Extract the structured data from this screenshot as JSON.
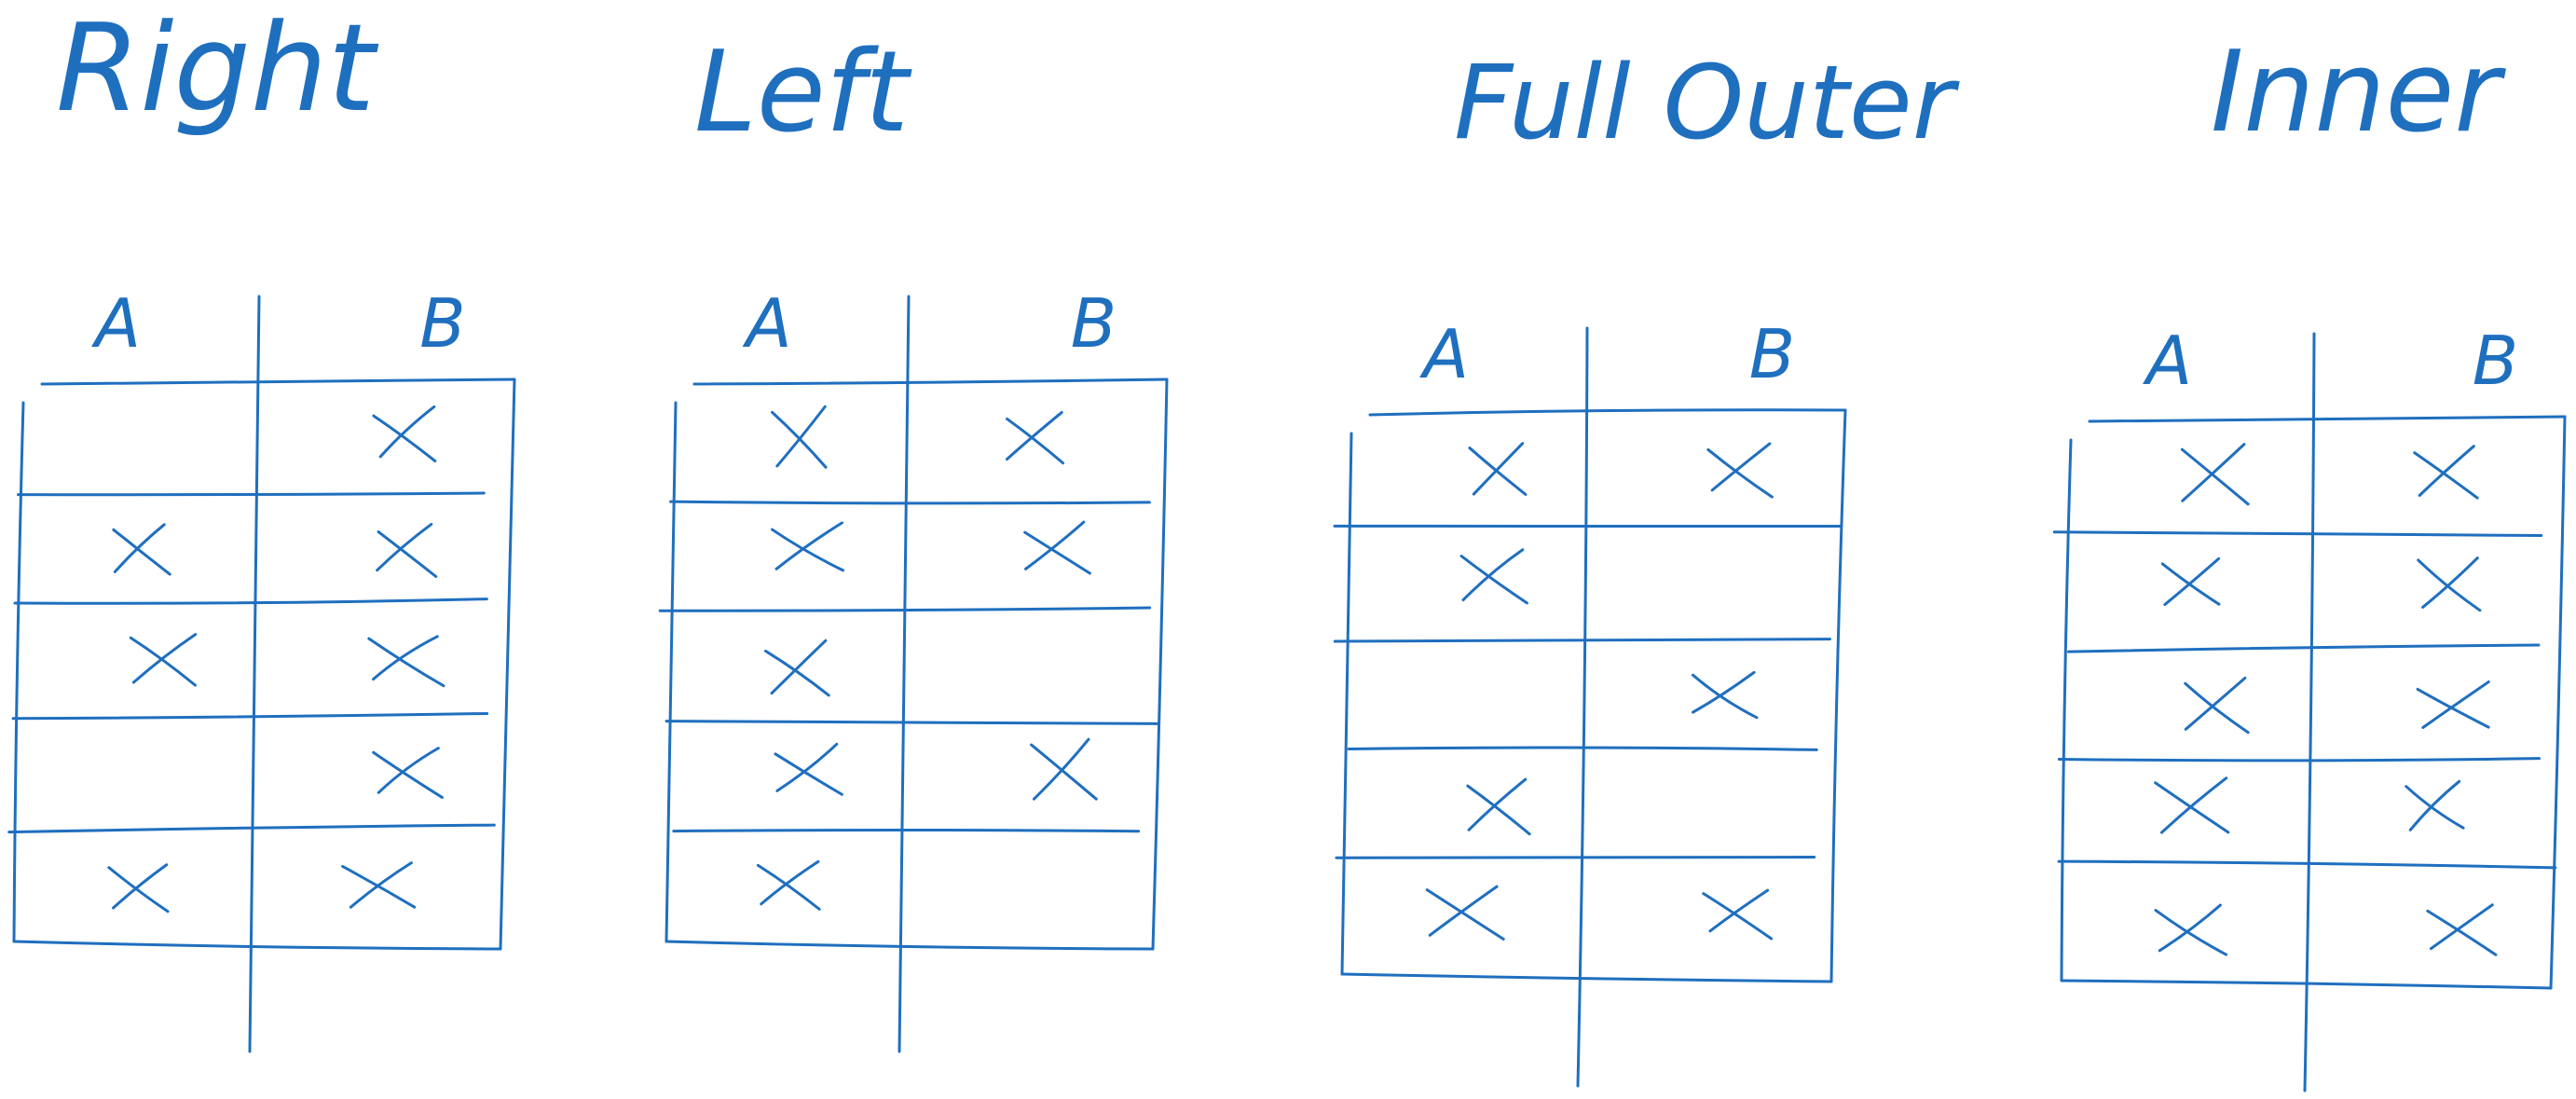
{
  "ink_color": "#1f6fbf",
  "diagrams": [
    {
      "title": "Right",
      "columns": [
        "A",
        "B"
      ],
      "rows": [
        [
          false,
          true
        ],
        [
          true,
          true
        ],
        [
          true,
          true
        ],
        [
          false,
          true
        ],
        [
          true,
          true
        ]
      ]
    },
    {
      "title": "Left",
      "columns": [
        "A",
        "B"
      ],
      "rows": [
        [
          true,
          true
        ],
        [
          true,
          true
        ],
        [
          true,
          false
        ],
        [
          true,
          true
        ],
        [
          true,
          false
        ]
      ]
    },
    {
      "title": "Full Outer",
      "columns": [
        "A",
        "B"
      ],
      "rows": [
        [
          true,
          true
        ],
        [
          true,
          false
        ],
        [
          false,
          true
        ],
        [
          true,
          false
        ],
        [
          true,
          true
        ]
      ]
    },
    {
      "title": "Inner",
      "columns": [
        "A",
        "B"
      ],
      "rows": [
        [
          true,
          true
        ],
        [
          true,
          true
        ],
        [
          true,
          true
        ],
        [
          true,
          true
        ],
        [
          true,
          true
        ]
      ]
    }
  ]
}
